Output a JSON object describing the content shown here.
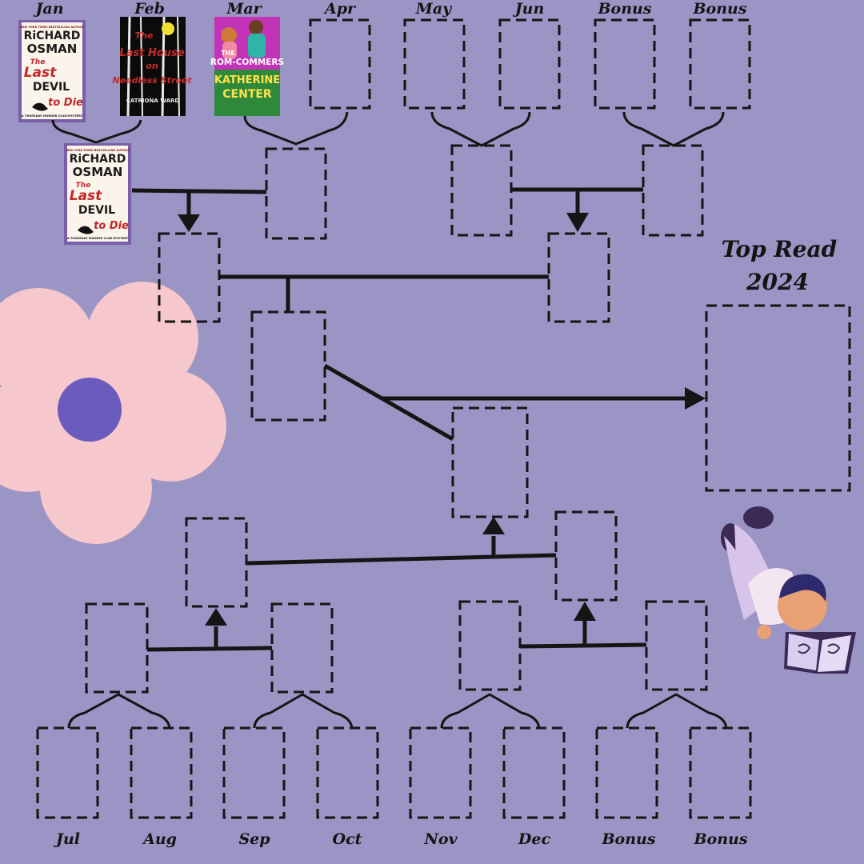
{
  "title": {
    "line1": "Top Read",
    "line2": "2024"
  },
  "months_top": [
    "Jan",
    "Feb",
    "Mar",
    "Apr",
    "May",
    "Jun",
    "Bonus",
    "Bonus"
  ],
  "months_bottom": [
    "Jul",
    "Aug",
    "Sep",
    "Oct",
    "Nov",
    "Dec",
    "Bonus",
    "Bonus"
  ],
  "books": {
    "jan": {
      "author_line1": "RiCHARD",
      "author_line2": "OSMAN",
      "title_line1": "The",
      "title_line2": "Last",
      "title_line3": "DEVIL",
      "title_line4": "to Die",
      "series": "A THURSDAY MURDER CLUB MYSTERY",
      "banner": "NEW YORK TIMES BESTSELLING AUTHOR"
    },
    "feb": {
      "title_line1": "The",
      "title_line2": "Last House",
      "title_line3": "on",
      "title_line4": "Needless Street",
      "author": "CATRIONA WARD"
    },
    "mar": {
      "title_line1": "THE",
      "title_line2": "ROM-COMMERS",
      "author_line1": "KATHERINE",
      "author_line2": "CENTER"
    },
    "semi_winner": {
      "author_line1": "RiCHARD",
      "author_line2": "OSMAN",
      "title_line1": "The",
      "title_line2": "Last",
      "title_line3": "DEVIL",
      "title_line4": "to Die",
      "series": "A THURSDAY MURDER CLUB MYSTERY",
      "banner": "NEW YORK TIMES BESTSELLING AUTHOR"
    }
  },
  "colors": {
    "background": "#9a95c4",
    "flower_petal": "#f6c7cc",
    "flower_center": "#6b5bbd",
    "line": "#151515"
  },
  "icons": [
    "flower-decoration",
    "reading-person-illustration"
  ]
}
